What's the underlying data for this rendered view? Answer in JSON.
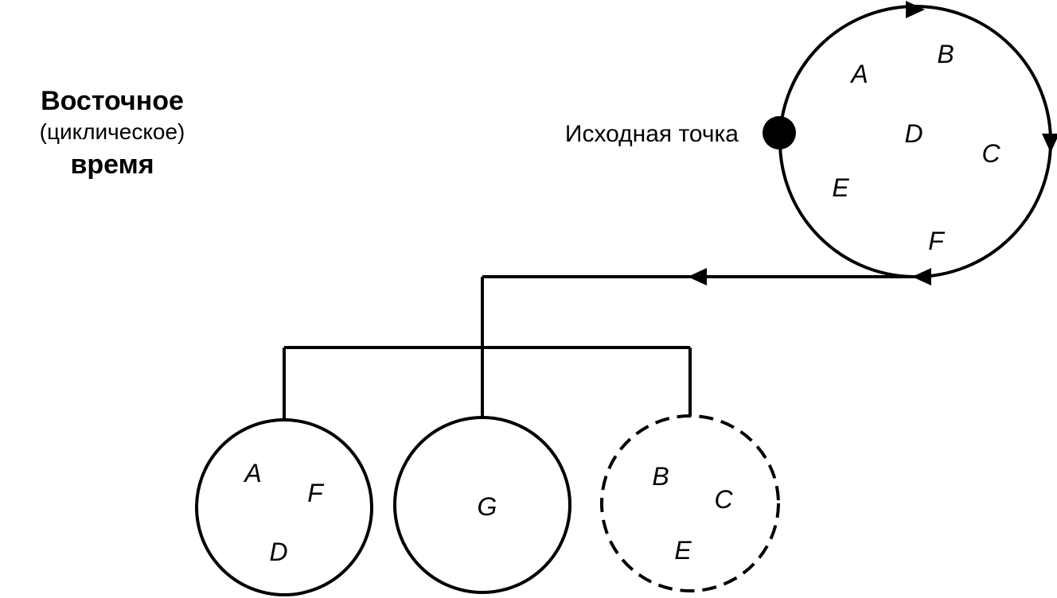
{
  "title": {
    "line1": "Восточное",
    "line2": "(циклическое)",
    "line3": "время"
  },
  "start_point_label": "Исходная точка",
  "main_cycle": {
    "labels": [
      "A",
      "B",
      "C",
      "D",
      "E",
      "F"
    ]
  },
  "groups": [
    {
      "labels": [
        "A",
        "F",
        "D"
      ],
      "style": "solid"
    },
    {
      "labels": [
        "G"
      ],
      "style": "solid"
    },
    {
      "labels": [
        "B",
        "C",
        "E"
      ],
      "style": "dashed"
    }
  ]
}
